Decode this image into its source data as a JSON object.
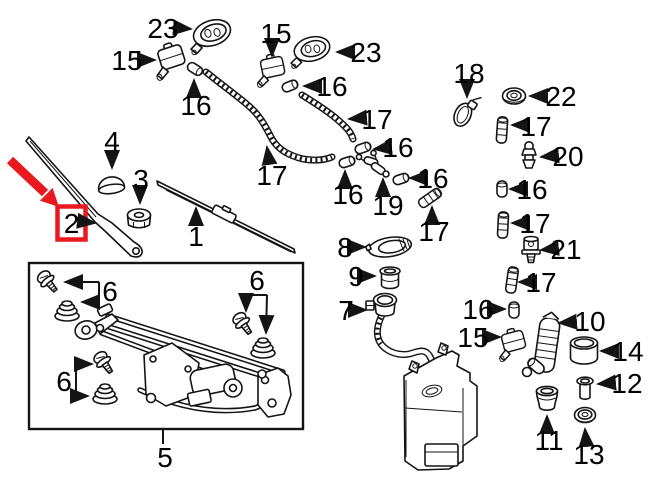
{
  "diagram": {
    "type": "exploded-parts-diagram",
    "subject": "windshield wiper and washer system",
    "colors": {
      "highlight": "#e8191f",
      "line": "#141414",
      "background": "#ffffff"
    },
    "highlighted_part": "2",
    "callouts": {
      "nozzle_left": "23",
      "holder_left": "15",
      "tube_left": "16",
      "holder_right": "15",
      "nozzle_right": "23",
      "tube_right": "16",
      "hose_right": "17",
      "hose_left": "17",
      "tube_mid": "16",
      "tube_y_left": "16",
      "y_connector": "19",
      "tube_y_right": "16",
      "hose_y": "17",
      "cable_tie": "18",
      "grommet_cowl": "22",
      "hose_c1": "17",
      "connector": "20",
      "tube_c": "16",
      "hose_c2": "17",
      "valve": "21",
      "hose_c3": "17",
      "pivot_cap": "4",
      "pivot_nut": "3",
      "wiper_blade": "1",
      "wiper_arm": "2",
      "washer_jet": "8",
      "reservoir_cap": "9",
      "filler_neck": "7",
      "pump_tube": "16",
      "pump_holder": "15",
      "washer_pump": "10",
      "pump_sleeve": "14",
      "grommet_stem": "12",
      "grommet_cone": "11",
      "grommet_ring": "13",
      "linkage_frame": "5",
      "mount_kit_tl": "6",
      "mount_kit_tr": "6",
      "mount_kit_bl": "6"
    }
  }
}
